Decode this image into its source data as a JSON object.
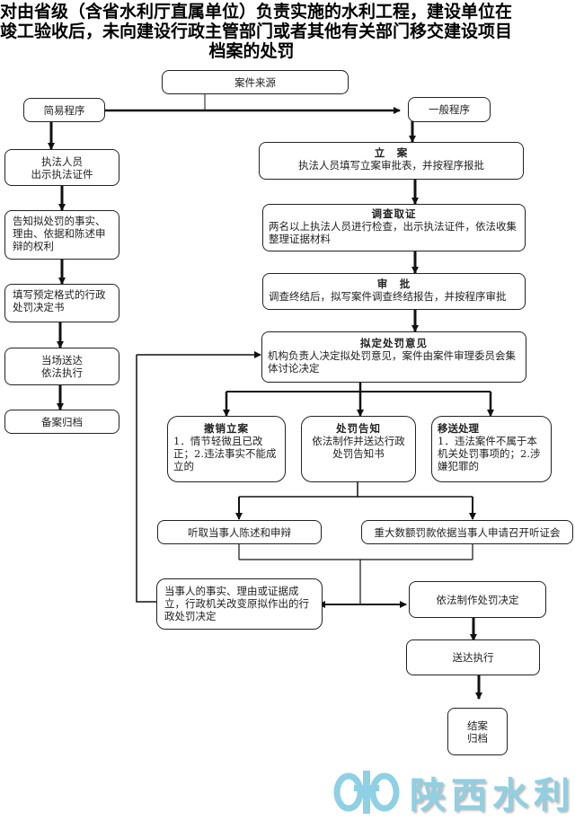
{
  "title": {
    "line1": "对由省级（含省水利厅直属单位）负责实施的水利工程，建设单位在",
    "line2": "竣工验收后，未向建设行政主管部门或者其他有关部门移交建设项目",
    "line3": "档案的处罚"
  },
  "nodes": {
    "case_source": "案件来源",
    "simple_procedure": "简易程序",
    "general_procedure": "一般程序",
    "simple": {
      "show_id_l1": "执法人员",
      "show_id_l2": "出示执法证件",
      "inform": "告知拟处罚的事实、理由、依据和陈述申辩的权利",
      "fill_form": "填写预定格式的行政处罚决定书",
      "deliver_l1": "当场送达",
      "deliver_l2": "依法执行",
      "archive": "备案归档"
    },
    "filing": {
      "head": "立　案",
      "body": "执法人员填写立案审批表，并按程序报批"
    },
    "investigation": {
      "head": "调查取证",
      "body": "两名以上执法人员进行检查，出示执法证件，依法收集整理证据材料"
    },
    "approval": {
      "head": "审　批",
      "body": "调查终结后，拟写案件调查终结报告，并按程序审批"
    },
    "proposal": {
      "head": "拟定处罚意见",
      "body": "机构负责人决定拟处罚意见，案件由案件审理委员会集体讨论决定"
    },
    "revoke": {
      "head": "撤销立案",
      "body": "1．情节轻微且已改正；2.违法事实不能成立的"
    },
    "notice": {
      "head": "处罚告知",
      "body": "依法制作并送达行政处罚告知书"
    },
    "transfer": {
      "head": "移送处理",
      "body": "1．违法案件不属于本机关处罚事项的；2.涉嫌犯罪的"
    },
    "hear_statement": "听取当事人陈述和申辩",
    "hearing": "重大数额罚款依据当事人申请召开听证会",
    "change_decision": "当事人的事实、理由或证据成立，行政机关改变原拟作出的行政处罚决定",
    "make_decision": "依法制作处罚决定",
    "deliver_execute": "送达执行",
    "close_l1": "结案",
    "close_l2": "归档"
  },
  "logo": {
    "text": "陕西水利",
    "color": "#8ed0e4"
  }
}
